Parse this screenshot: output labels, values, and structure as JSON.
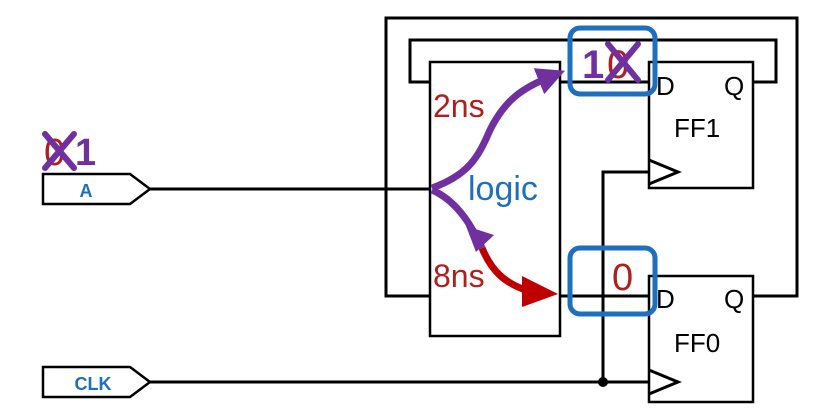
{
  "colors": {
    "wire": "#000000",
    "delay_text": "#B01E1E",
    "annotation": "#7030A0",
    "highlight": "#1E6FBF",
    "port_text": "#1E6FBF",
    "fast_arrow": "#7030A0",
    "slow_arrow": "#C00000"
  },
  "ports": {
    "a": {
      "label": "A",
      "value_old": "0",
      "value_new": "1"
    },
    "clk": {
      "label": "CLK"
    }
  },
  "logic": {
    "label": "logic",
    "delay_fast": "2ns",
    "delay_slow": "8ns"
  },
  "ff1": {
    "name": "FF1",
    "d": "D",
    "q": "Q",
    "input_new": "1",
    "input_old": "0"
  },
  "ff0": {
    "name": "FF0",
    "d": "D",
    "q": "Q",
    "input": "0"
  }
}
